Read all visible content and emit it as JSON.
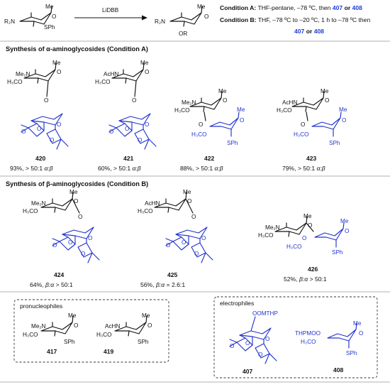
{
  "reaction": {
    "start_r": "R₂N",
    "start_me": "Me",
    "start_sph": "SPh",
    "reagent": "LiDBB",
    "prod_r": "R₂N",
    "prod_me": "Me",
    "prod_or": "OR",
    "condA_label": "Condition A:",
    "condA_text": " THF-pentane, –78 ºC, then ",
    "condA_ref1": "407",
    "condA_or": " or ",
    "condA_ref2": "408",
    "condB_label": "Condition B:",
    "condB_text1": " THF, –78 ºC to –20 ºC, 1 h to –78 ºC then",
    "condB_ref1": "407",
    "condB_or": " or ",
    "condB_ref2": "408"
  },
  "sectionA": {
    "title": "Synthesis of α-aminoglycosides (Condition A)",
    "compounds": [
      {
        "id": "420",
        "amine": "Me₂N",
        "oxy": "H₃CO",
        "me": "Me",
        "yield": "93%, > 50:1 ",
        "sel": "α:β"
      },
      {
        "id": "421",
        "amine": "AcHN",
        "oxy": "H₃CO",
        "me": "Me",
        "yield": "60%, > 50:1 ",
        "sel": "α:β"
      },
      {
        "id": "422",
        "amine": "Me₂N",
        "oxy": "H₃CO",
        "me": "Me",
        "sph": "SPh",
        "me2": "Me",
        "yield": "88%, > 50:1 ",
        "sel": "α:β"
      },
      {
        "id": "423",
        "amine": "AcHN",
        "oxy": "H₃CO",
        "me": "Me",
        "sph": "SPh",
        "me2": "Me",
        "yield": "79%, > 50:1 ",
        "sel": "α:β"
      }
    ]
  },
  "sectionB": {
    "title": "Synthesis of β-aminoglycosides (Condition B)",
    "compounds": [
      {
        "id": "424",
        "amine": "Me₂N",
        "oxy": "H₃CO",
        "me": "Me",
        "yield_pre": "64%, ",
        "sel": "β:α",
        "yield_post": " > 50:1"
      },
      {
        "id": "425",
        "amine": "AcHN",
        "oxy": "H₃CO",
        "me": "Me",
        "yield_pre": "56%, ",
        "sel": "β:α",
        "yield_post": " = 2.6:1"
      },
      {
        "id": "426",
        "amine": "Me₂N",
        "oxy": "H₃CO",
        "me": "Me",
        "sph": "SPh",
        "me2": "Me",
        "yield_pre": "52%, ",
        "sel": "β:α",
        "yield_post": " > 50:1"
      }
    ]
  },
  "pronucleophiles": {
    "title": "pronucleophiles",
    "items": [
      {
        "id": "417",
        "amine": "Me₂N",
        "oxy": "H₃CO",
        "me": "Me",
        "sph": "SPh"
      },
      {
        "id": "419",
        "amine": "AcHN",
        "oxy": "H₃CO",
        "me": "Me",
        "sph": "SPh"
      }
    ]
  },
  "electrophiles": {
    "title": "electrophiles",
    "items": [
      {
        "id": "407",
        "label": "OOMTHP"
      },
      {
        "id": "408",
        "label": "THPMOO",
        "oxy": "H₃CO",
        "me": "Me",
        "sph": "SPh"
      }
    ]
  },
  "colors": {
    "highlight_blue": "#2233cc",
    "ref_blue": "#1f3fd6"
  }
}
